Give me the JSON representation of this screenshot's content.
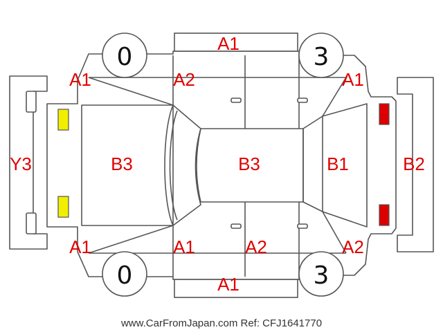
{
  "colors": {
    "label": "#e00000",
    "outline": "#555555",
    "front_lamp": "#f2ee00",
    "rear_lamp": "#dd0000"
  },
  "regions": {
    "roof_center": "B3",
    "hood": "B3",
    "rear_glass": "B1",
    "rear_bumper": "B2",
    "front_bumper": "Y3",
    "top_rocker": "A1",
    "bottom_rocker": "A1",
    "top_left_fender": "A1",
    "top_right_quarter": "A1",
    "top_front_door": "A2",
    "bottom_left_fender": "A1",
    "bottom_front_door": "A1",
    "bottom_rear_door": "A2",
    "bottom_right_quarter": "A2"
  },
  "tires": {
    "top_left": "0",
    "top_right": "3",
    "bottom_left": "0",
    "bottom_right": "3"
  },
  "footer": "www.CarFromJapan.com Ref: CFJ1641770"
}
